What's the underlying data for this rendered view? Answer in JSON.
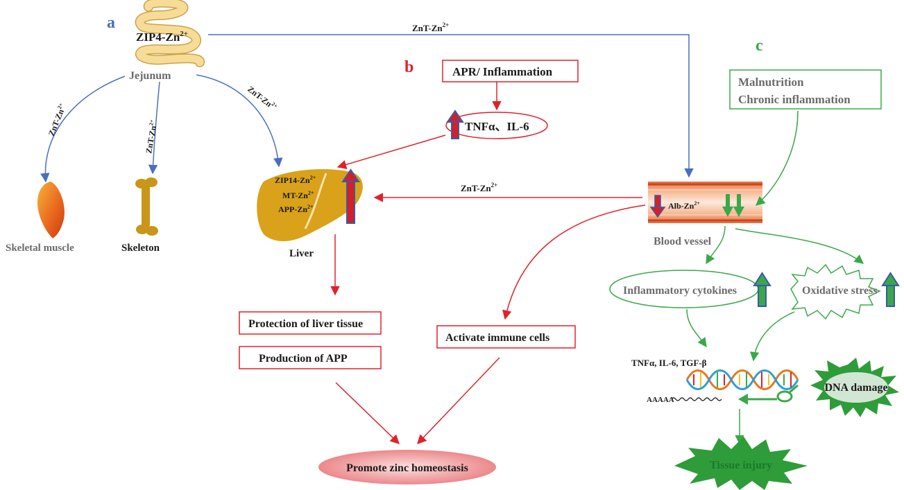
{
  "panels": {
    "a": "a",
    "b": "b",
    "c": "c"
  },
  "jejunum": {
    "transporter_main": "ZIP4-Zn",
    "transporter_sup": "2+",
    "label": "Jejunum"
  },
  "znt": {
    "main": "ZnT-Zn",
    "sup": "2+"
  },
  "tissues": {
    "muscle": "Skeletal muscle",
    "skeleton": "Skeleton",
    "liver": "Liver",
    "blood_vessel": "Blood vessel"
  },
  "liver_proteins": [
    {
      "main": "ZIP14-Zn",
      "sup": "2+"
    },
    {
      "main": "MT-Zn",
      "sup": "2+"
    },
    {
      "main": "APP-Zn",
      "sup": "2+"
    }
  ],
  "vessel_protein": {
    "main": "Alb-Zn",
    "sup": "2+"
  },
  "panel_b": {
    "trigger": "APR/ Inflammation",
    "cytokines": "TNFα、IL-6",
    "liver_effects": [
      "Protection of liver tissue",
      "Production of APP"
    ],
    "immune": "Activate immune cells",
    "outcome": "Promote zinc homeostasis"
  },
  "panel_c": {
    "causes": [
      "Malnutrition",
      "Chronic inflammation"
    ],
    "inflammatory": "Inflammatory cytokines",
    "oxidative": "Oxidative stress",
    "genes": "TNFα, IL-6, TGF-β",
    "mrna": "AAAAA",
    "dna_damage": "DNA damage",
    "tissue_injury": "Tissue injury"
  },
  "colors": {
    "blue_arrow": "#4a6fbf",
    "red": "#e0212a",
    "green": "#3aa84a",
    "liver": "#d9a21a",
    "gray_text": "#6b6b6b"
  }
}
